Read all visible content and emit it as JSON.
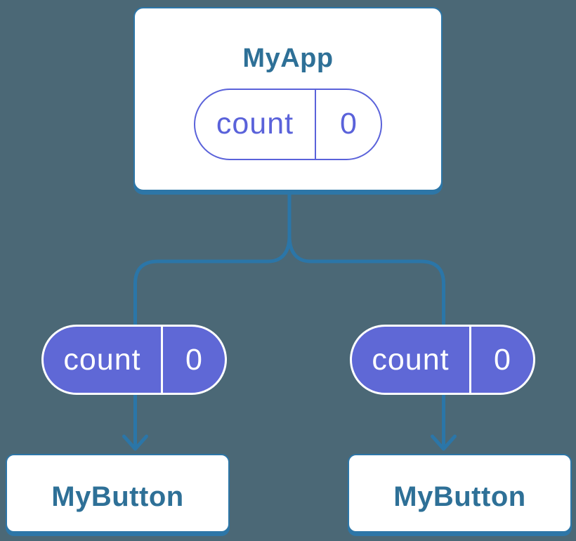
{
  "colors": {
    "background": "#4b6876",
    "connector": "#2b76a8",
    "card_border": "#2d76a7",
    "card_bg": "#ffffff",
    "heading": "#2e7097",
    "pill_fill": "#5f68d6",
    "pill_text_on_fill": "#ffffff",
    "pill_outline": "#5a62da"
  },
  "diagram": {
    "root": {
      "title": "MyApp",
      "state": {
        "key": "count",
        "value": "0"
      }
    },
    "children": [
      {
        "title": "MyButton",
        "prop": {
          "key": "count",
          "value": "0"
        }
      },
      {
        "title": "MyButton",
        "prop": {
          "key": "count",
          "value": "0"
        }
      }
    ]
  }
}
